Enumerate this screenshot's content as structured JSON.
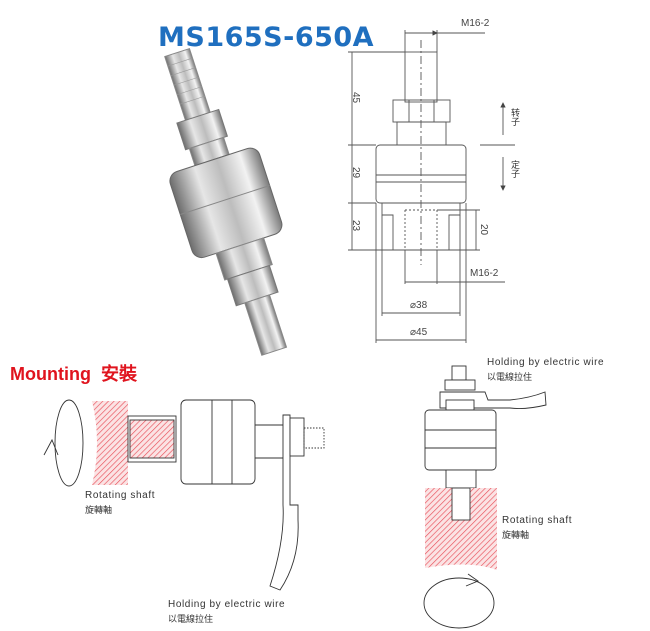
{
  "title": "MS165S-650A",
  "drawing": {
    "thread_top": "M16-2",
    "thread_bottom": "M16-2",
    "dim_45": "45",
    "dim_29": "29",
    "dim_23": "23",
    "dim_20": "20",
    "dia_38": "⌀38",
    "dia_45": "⌀45",
    "rotor": "转子",
    "stator": "定子"
  },
  "mounting": {
    "heading": "Mounting",
    "heading_cn": "安裝",
    "left": {
      "shaft_label": "Rotating shaft",
      "shaft_label_cn": "旋轉軸",
      "wire_label": "Holding by electric wire",
      "wire_label_cn": "以電線拉住"
    },
    "right": {
      "wire_label": "Holding by electric wire",
      "wire_label_cn": "以電線拉住",
      "shaft_label": "Rotating shaft",
      "shaft_label_cn": "旋轉軸"
    }
  },
  "colors": {
    "title": "#1f6fbf",
    "heading": "#e0141e",
    "hatch": "#e8505a"
  }
}
